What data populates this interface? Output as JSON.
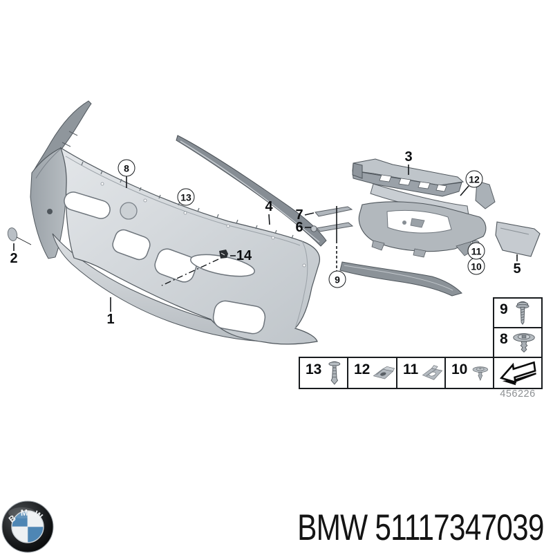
{
  "diagram": {
    "callouts": [
      {
        "id": "1",
        "label": "1",
        "style": "plain"
      },
      {
        "id": "2",
        "label": "2",
        "style": "plain"
      },
      {
        "id": "3",
        "label": "3",
        "style": "plain"
      },
      {
        "id": "4",
        "label": "4",
        "style": "plain"
      },
      {
        "id": "5",
        "label": "5",
        "style": "plain"
      },
      {
        "id": "6",
        "label": "6",
        "style": "plain"
      },
      {
        "id": "7",
        "label": "7",
        "style": "plain"
      },
      {
        "id": "8",
        "label": "8",
        "style": "circled"
      },
      {
        "id": "9",
        "label": "9",
        "style": "circled"
      },
      {
        "id": "10",
        "label": "10",
        "style": "circled"
      },
      {
        "id": "11",
        "label": "11",
        "style": "circled"
      },
      {
        "id": "12",
        "label": "12",
        "style": "circled"
      },
      {
        "id": "13",
        "label": "13",
        "style": "circled"
      },
      {
        "id": "14",
        "label": "14",
        "style": "plain"
      }
    ],
    "drawing_number": "456226"
  },
  "fastener_table": {
    "cells": [
      {
        "label": "9",
        "icon": "screw-icon"
      },
      {
        "label": "8",
        "icon": "washer-rivet-icon"
      },
      {
        "label": "13",
        "icon": "expanding-rivet-icon"
      },
      {
        "label": "12",
        "icon": "clip-nut-icon"
      },
      {
        "label": "11",
        "icon": "c-clip-icon"
      },
      {
        "label": "10",
        "icon": "push-pin-icon"
      }
    ],
    "arrow_icon": "continuation-arrow-icon"
  },
  "footer": {
    "logo_letters": "BMW",
    "part_number_text": "BMW 51117347039"
  },
  "colors": {
    "part_fill_light": "#d7dbdf",
    "part_fill_mid": "#b2b8bd",
    "part_fill_dark": "#8b9298",
    "outline": "#4e555b",
    "roundel_blue": "#4e86b4"
  }
}
